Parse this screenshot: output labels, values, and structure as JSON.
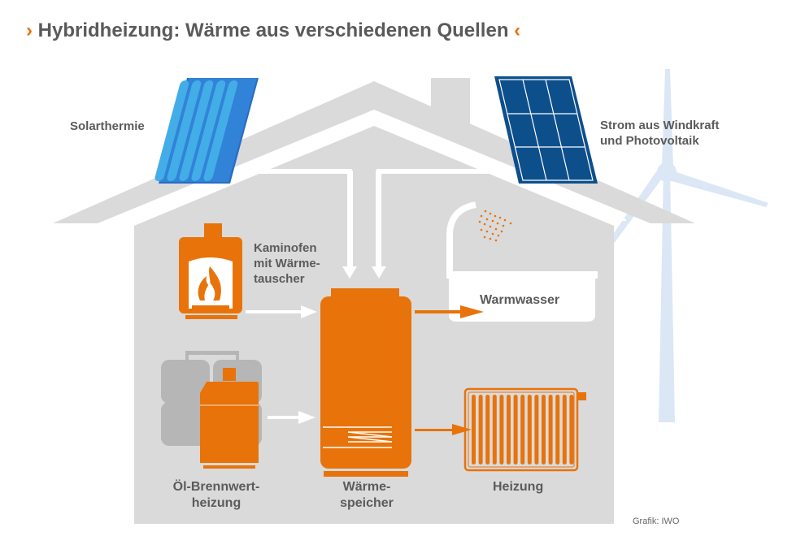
{
  "header": {
    "title": "Hybridheizung: Wärme aus verschiedenen Quellen",
    "chevron_left": "›",
    "chevron_right": "‹"
  },
  "labels": {
    "solarthermie": "Solarthermie",
    "strom_line1": "Strom aus Windkraft",
    "strom_line2": "und Photovoltaik",
    "kaminofen_line1": "Kaminofen",
    "kaminofen_line2": "mit Wärme-",
    "kaminofen_line3": "tauscher",
    "warmwasser": "Warmwasser",
    "oel_line1": "Öl-Brennwert-",
    "oel_line2": "heizung",
    "speicher_line1": "Wärme-",
    "speicher_line2": "speicher",
    "heizung": "Heizung"
  },
  "footer": {
    "credit": "Grafik: IWO"
  },
  "colors": {
    "accent": "#e8730a",
    "house": "#dadada",
    "text": "#5b5b5b",
    "solar_thermal": "#2f7fd3",
    "solar_thermal_tube": "#3fa8e6",
    "pv_panel": "#0d4f8b",
    "wind": "#dbe7f5",
    "tank_grey": "#b6b6b6"
  },
  "icons": [
    "solar-thermal-panel-icon",
    "pv-panel-icon",
    "wind-turbine-icon",
    "stove-icon",
    "flame-icon",
    "shower-icon",
    "bathtub-icon",
    "oil-tank-icon",
    "heat-storage-icon",
    "radiator-icon",
    "arrow-icon"
  ]
}
